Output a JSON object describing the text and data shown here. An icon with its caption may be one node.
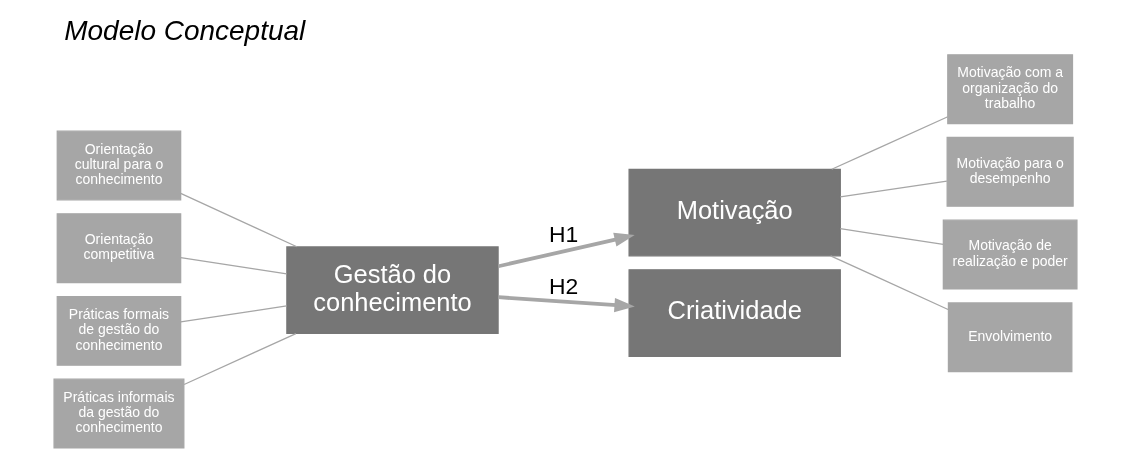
{
  "diagram": {
    "title": "Modelo Conceptual",
    "nodes": [
      {
        "text": [
          "Orientação cultural para o conhecimento"
        ]
      },
      {
        "text": [
          "Orientação competitiva"
        ]
      },
      {
        "text": [
          "Práticas formais de gestão do conhecimento"
        ]
      },
      {
        "text": [
          "Práticas informais da gestão do conhecimento"
        ]
      },
      {
        "text": [
          "Gestão do conhecimento"
        ]
      },
      {
        "text": [
          "Motivação"
        ]
      },
      {
        "text": [
          "Criatividade"
        ]
      },
      {
        "text": [
          "Motivação com a organização do trabalho"
        ]
      },
      {
        "text": [
          "Motivação para o desempenho"
        ]
      },
      {
        "text": [
          "Motivação de realização e poder"
        ]
      },
      {
        "text": [
          "Envolvimento"
        ]
      }
    ],
    "edges": [
      {
        "from": 0,
        "to": 4,
        "arrow": "none"
      },
      {
        "from": 1,
        "to": 4,
        "arrow": "none"
      },
      {
        "from": 2,
        "to": 4,
        "arrow": "none"
      },
      {
        "from": 3,
        "to": 4,
        "arrow": "none"
      },
      {
        "from": 4,
        "to": 5,
        "arrow": "to",
        "label": "H1",
        "style": "thick"
      },
      {
        "from": 4,
        "to": 6,
        "arrow": "to",
        "label": "H2",
        "style": "thick"
      },
      {
        "from": 5,
        "to": 7,
        "arrow": "none"
      },
      {
        "from": 5,
        "to": 8,
        "arrow": "none"
      },
      {
        "from": 5,
        "to": 9,
        "arrow": "none"
      },
      {
        "from": 5,
        "to": 10,
        "arrow": "none"
      }
    ]
  }
}
